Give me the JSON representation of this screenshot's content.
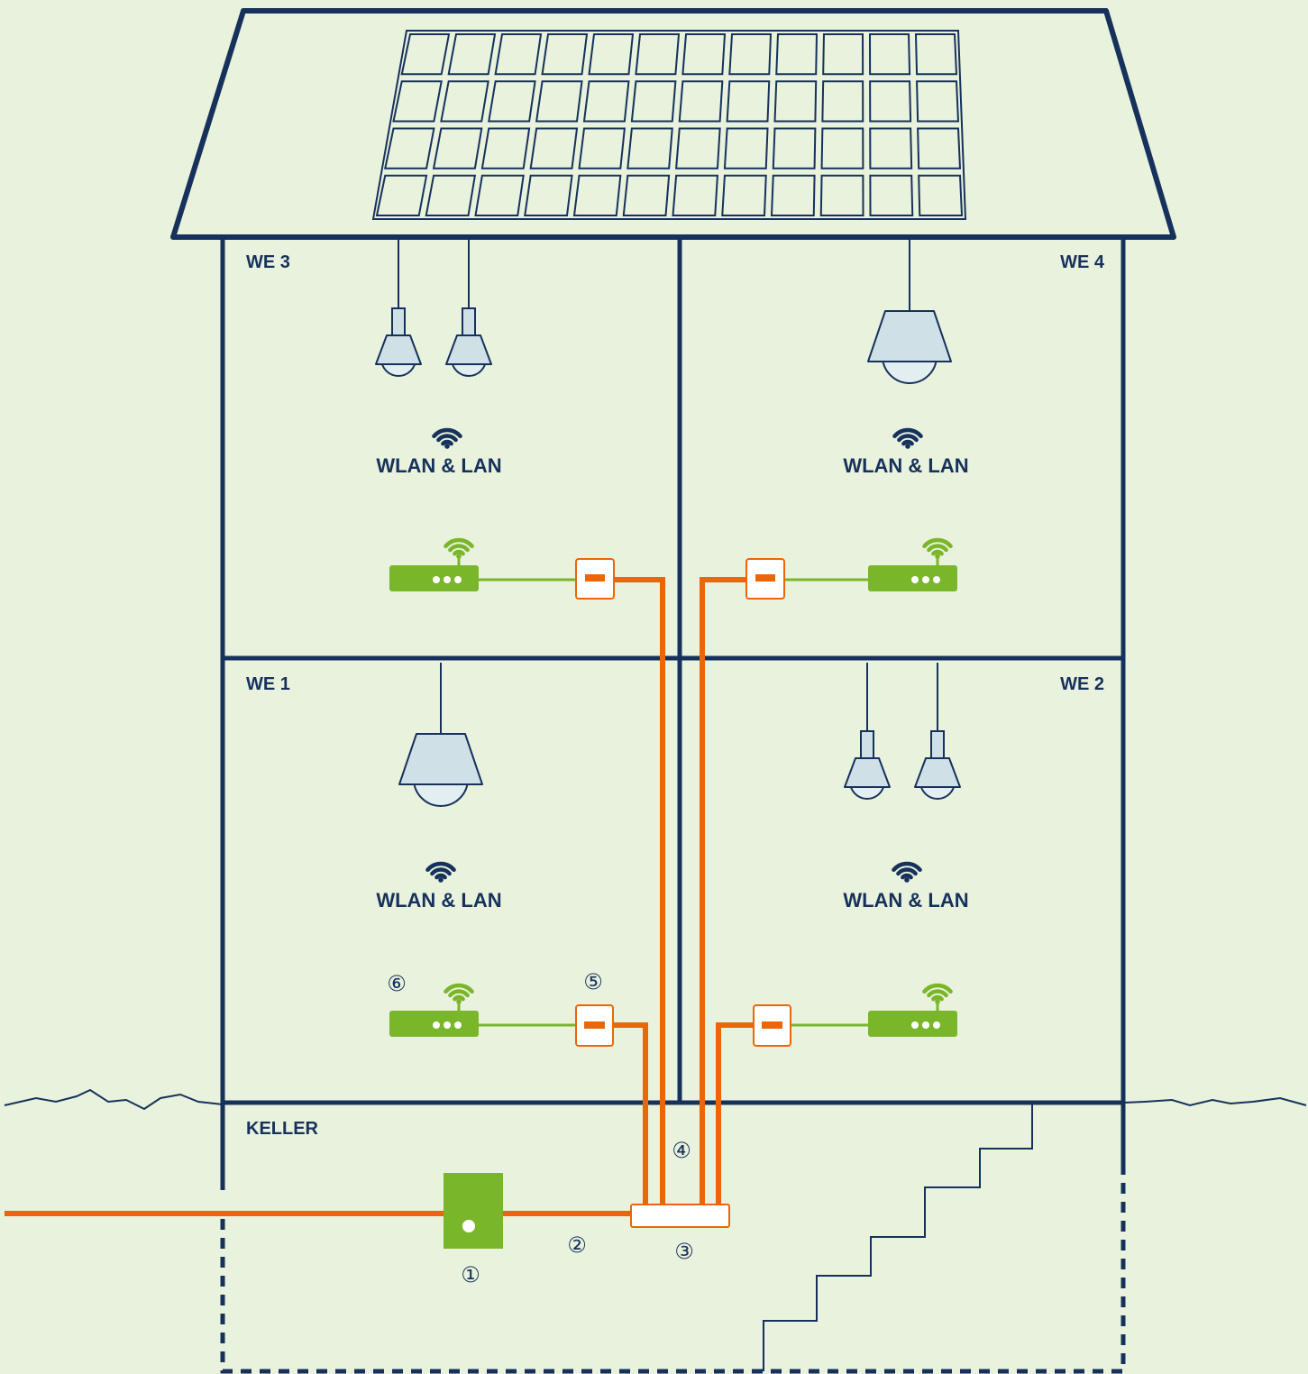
{
  "colors": {
    "background": "#e9f2dc",
    "structure": "#16325c",
    "fiber": "#ec6608",
    "router": "#7ab62a",
    "lamp": "#cfe0e6",
    "socket_face": "#ffffff"
  },
  "units": [
    {
      "id": "we3",
      "label": "WE 3",
      "wifi_label": "WLAN & LAN",
      "lamp": "double"
    },
    {
      "id": "we4",
      "label": "WE 4",
      "wifi_label": "WLAN & LAN",
      "lamp": "single"
    },
    {
      "id": "we1",
      "label": "WE 1",
      "wifi_label": "WLAN & LAN",
      "lamp": "single"
    },
    {
      "id": "we2",
      "label": "WE 2",
      "wifi_label": "WLAN & LAN",
      "lamp": "double"
    }
  ],
  "basement": {
    "label": "KELLER"
  },
  "callouts": {
    "hak": "①",
    "fiber_lead": "②",
    "distributor": "③",
    "riser": "④",
    "socket": "⑤",
    "router": "⑥"
  },
  "icons": {
    "wifi": "wifi-icon",
    "router": "router-icon",
    "socket": "fiber-socket-icon",
    "lamp": "ceiling-lamp-icon",
    "solar": "solar-panel-icon"
  }
}
